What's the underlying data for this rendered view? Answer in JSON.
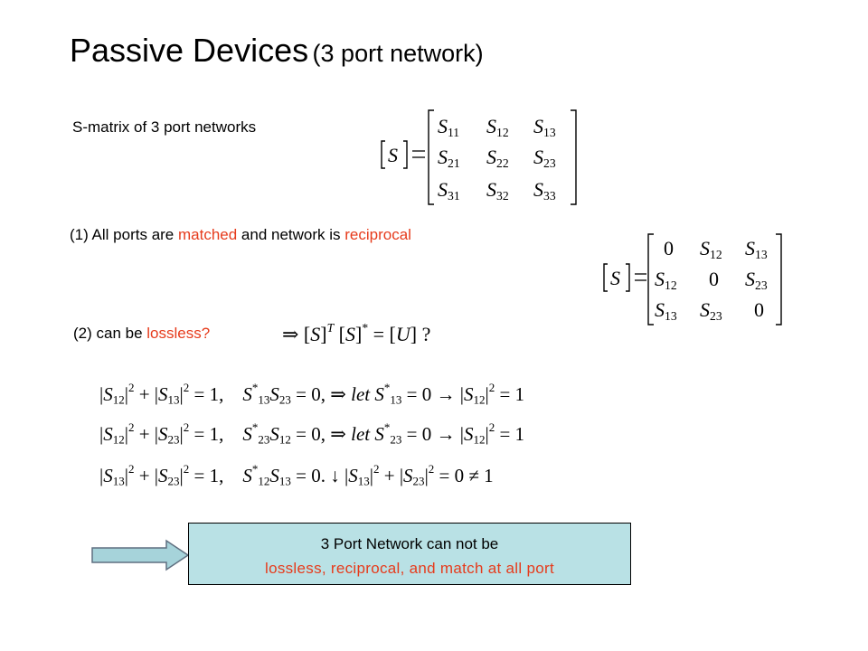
{
  "title": {
    "main": "Passive Devices",
    "sub": "(3 port network)"
  },
  "smatrix_label": "S-matrix of 3 port networks",
  "item1": {
    "prefix": "(1) All ports are ",
    "matched": "matched",
    "middle": " and network is ",
    "reciprocal": "reciprocal"
  },
  "item2": {
    "prefix": "(2) can be ",
    "lossless": "lossless?"
  },
  "callout": {
    "line1": "3 Port Network can not be",
    "line2": "lossless, reciprocal, and match at all port"
  },
  "matrix_general": [
    "S11",
    "S12",
    "S13",
    "S21",
    "S22",
    "S23",
    "S31",
    "S32",
    "S33"
  ],
  "matrix_reciprocal": [
    "0",
    "S12",
    "S13",
    "S12",
    "0",
    "S23",
    "S13",
    "S23",
    "0"
  ],
  "colors": {
    "accent_red": "#e63b1c",
    "callout_fill": "#b9e1e5",
    "arrow_fill": "#a6d3da"
  }
}
